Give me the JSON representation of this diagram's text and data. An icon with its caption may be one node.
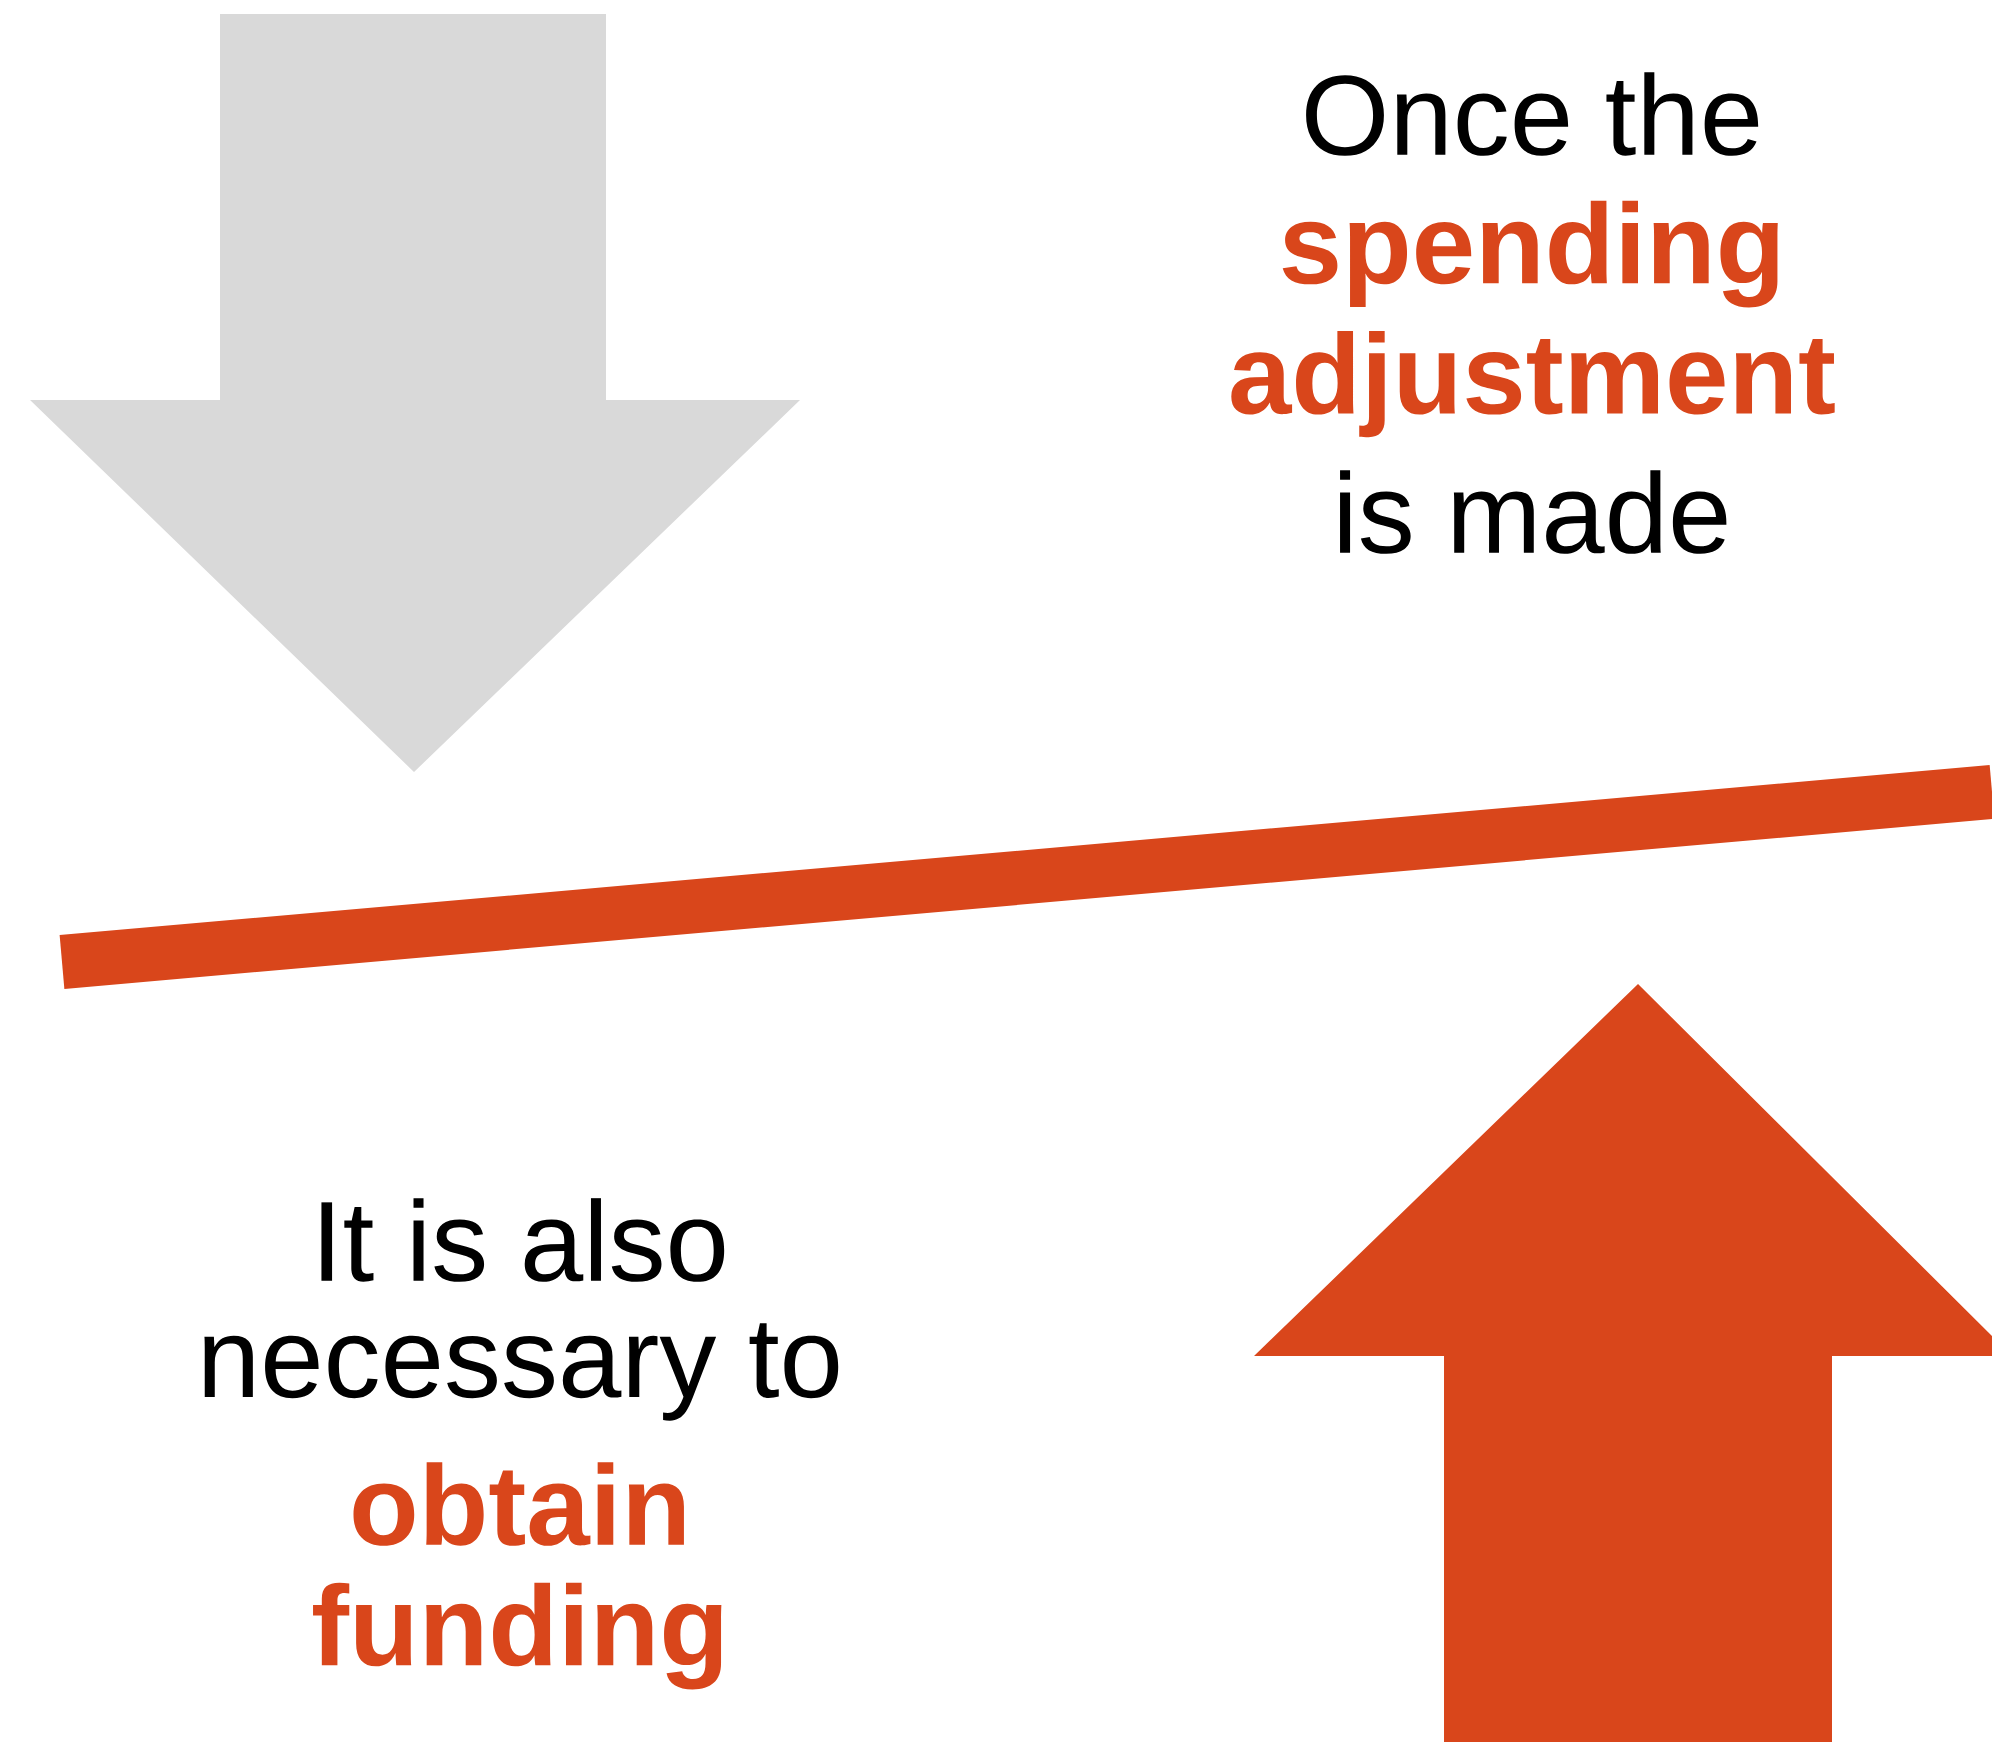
{
  "diagram": {
    "labels": [
      "Once the",
      "spending",
      "adjustment",
      "is made",
      "It is also",
      "necessary to",
      "obtain",
      "funding"
    ]
  }
}
